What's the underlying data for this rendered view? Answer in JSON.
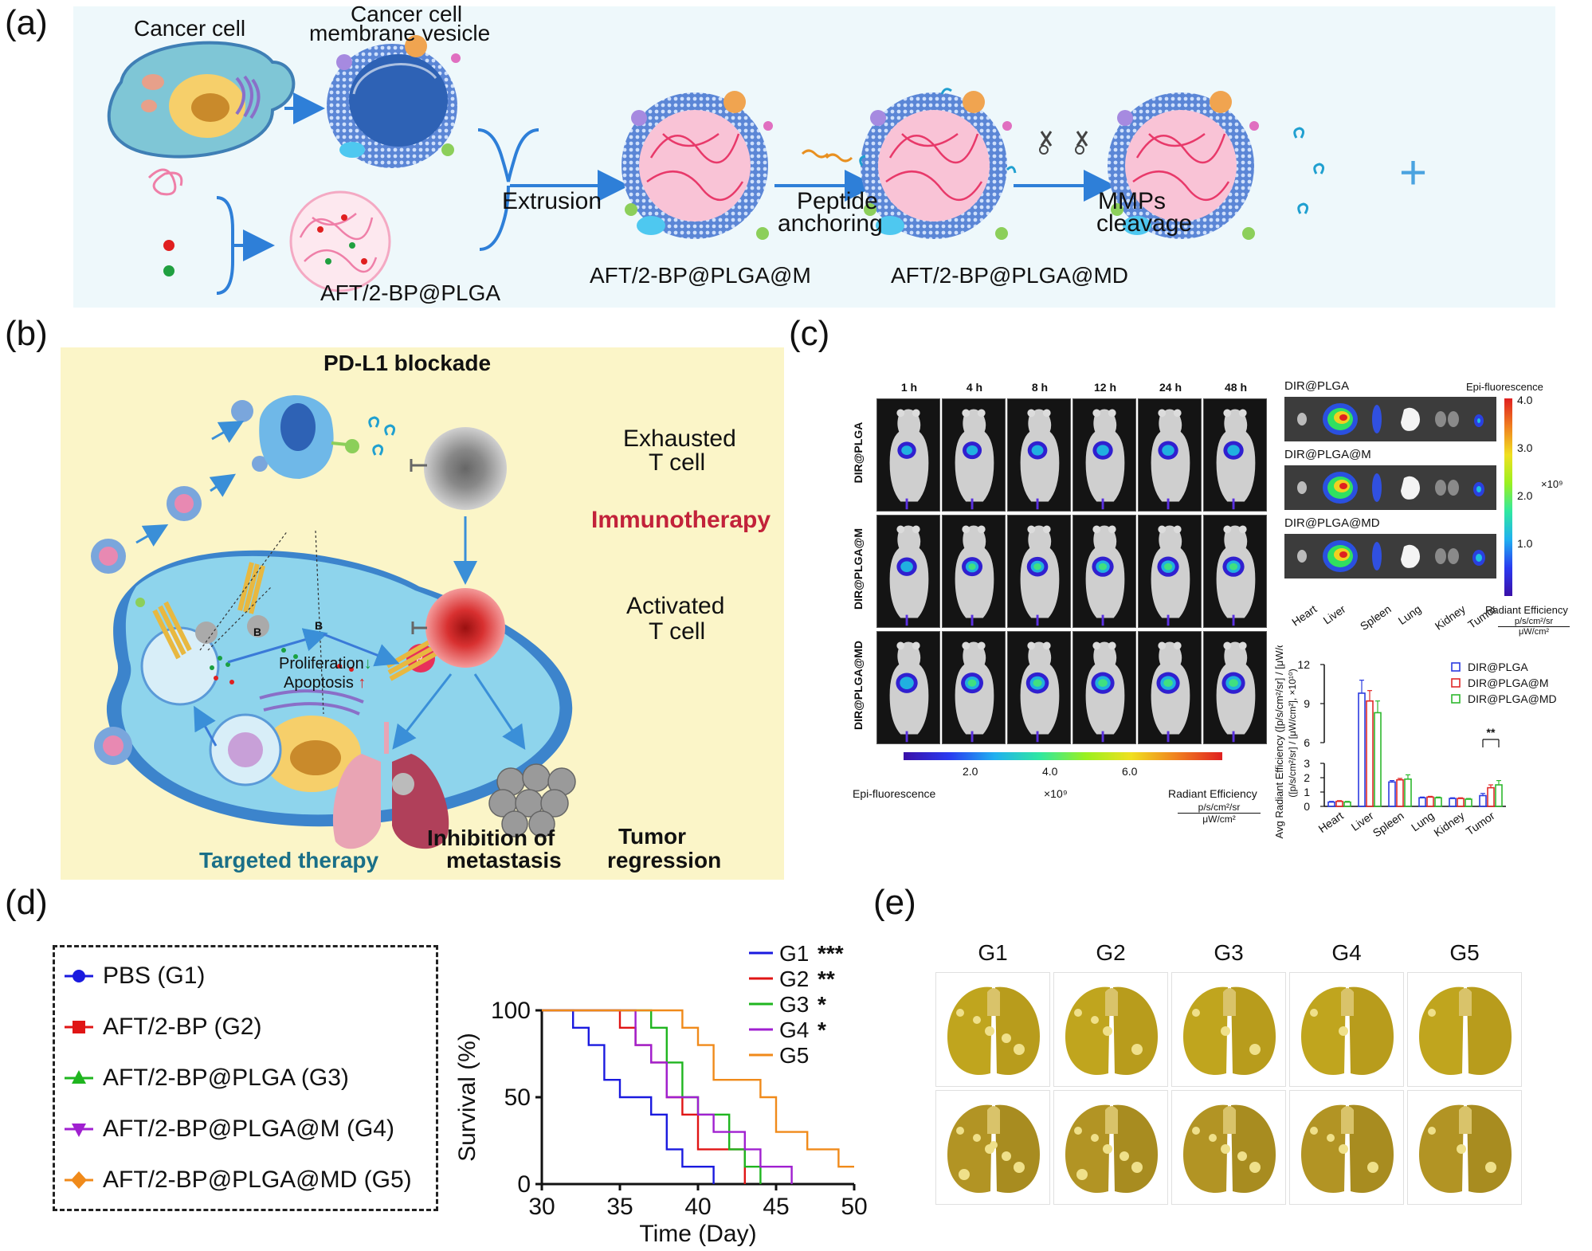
{
  "panel_a": {
    "letter": "(a)",
    "labels": {
      "cancer_cell": "Cancer cell",
      "vesicle_line1": "Cancer cell",
      "vesicle_line2": "membrane vesicle",
      "extrusion": "Extrusion",
      "peptide1": "Peptide",
      "peptide2": "anchoring",
      "mmps1": "MMPs",
      "mmps2": "cleavage",
      "plga": "AFT/2-BP@PLGA",
      "plga_m": "AFT/2-BP@PLGA@M",
      "plga_md": "AFT/2-BP@PLGA@MD",
      "plus": "+"
    }
  },
  "panel_b": {
    "letter": "(b)",
    "labels": {
      "pdl1": "PD-L1 blockade",
      "exhausted1": "Exhausted",
      "exhausted2": "T cell",
      "immunotherapy": "Immunotherapy",
      "activated1": "Activated",
      "activated2": "T cell",
      "proliferation": "Proliferation",
      "apoptosis": "Apoptosis",
      "inhibition1": "Inhibition of",
      "inhibition2": "metastasis",
      "tumor1": "Tumor",
      "tumor2": "regression",
      "targeted": "Targeted therapy",
      "b_mark": "B"
    }
  },
  "panel_c": {
    "letter": "(c)",
    "timepoints": [
      "1 h",
      "4 h",
      "8 h",
      "12 h",
      "24 h",
      "48 h"
    ],
    "row_labels": [
      "DIR@PLGA",
      "DIR@PLGA@M",
      "DIR@PLGA@MD"
    ],
    "colorbar": {
      "ticks": [
        "2.0",
        "4.0",
        "6.0"
      ],
      "left_label": "Epi-fluorescence",
      "scale": "×10⁹",
      "right_label": "Radiant Efficiency",
      "unit_num": "p/s/cm²/sr",
      "unit_den": "μW/cm²"
    },
    "organ_groups": [
      "DIR@PLGA",
      "DIR@PLGA@M",
      "DIR@PLGA@MD"
    ],
    "organs": [
      "Heart",
      "Liver",
      "Spleen",
      "Lung",
      "Kidney",
      "Tumor"
    ],
    "vertical_bar": {
      "title": "Epi-fluorescence",
      "ticks": [
        "4.0",
        "3.0",
        "2.0",
        "1.0"
      ],
      "scale": "×10⁹",
      "label": "Radiant Efficiency",
      "unit_num": "p/s/cm²/sr",
      "unit_den": "μW/cm²"
    }
  },
  "panel_d": {
    "letter": "(d)",
    "legend": [
      {
        "label": "PBS (G1)",
        "color": "#1a1adf",
        "marker": "circle"
      },
      {
        "label": "AFT/2-BP (G2)",
        "color": "#e01515",
        "marker": "square"
      },
      {
        "label": "AFT/2-BP@PLGA (G3)",
        "color": "#1fb51f",
        "marker": "triangle-up"
      },
      {
        "label": "AFT/2-BP@PLGA@M (G4)",
        "color": "#a020d0",
        "marker": "triangle-down"
      },
      {
        "label": "AFT/2-BP@PLGA@MD (G5)",
        "color": "#f08a1a",
        "marker": "diamond"
      }
    ]
  },
  "panel_e": {
    "letter": "(e)",
    "groups": [
      "G1",
      "G2",
      "G3",
      "G4",
      "G5"
    ]
  },
  "chart_data": [
    {
      "type": "bar",
      "title": "",
      "xlabel": "",
      "ylabel": "Avg Radiant Efficiency ([p/s/cm²/sr] / [μW/cm²], ×10¹⁰)",
      "categories": [
        "Heart",
        "Liver",
        "Spleen",
        "Lung",
        "Kidney",
        "Tumor"
      ],
      "y_ticks": [
        0,
        1,
        2,
        3,
        6,
        9,
        12
      ],
      "axis_break": [
        3,
        6
      ],
      "legend_position": "top-right",
      "series": [
        {
          "name": "DIR@PLGA",
          "color": "#2b3be0",
          "values": [
            0.3,
            9.8,
            1.7,
            0.6,
            0.55,
            0.75
          ],
          "errors": [
            0.05,
            1.0,
            0.1,
            0.05,
            0.05,
            0.15
          ]
        },
        {
          "name": "DIR@PLGA@M",
          "color": "#e02a2a",
          "values": [
            0.35,
            9.2,
            1.85,
            0.65,
            0.55,
            1.3
          ],
          "errors": [
            0.05,
            0.8,
            0.1,
            0.05,
            0.05,
            0.2
          ]
        },
        {
          "name": "DIR@PLGA@MD",
          "color": "#2fb82f",
          "values": [
            0.3,
            8.3,
            1.9,
            0.6,
            0.5,
            1.5
          ],
          "errors": [
            0.05,
            0.9,
            0.3,
            0.05,
            0.05,
            0.3
          ]
        }
      ],
      "annotations": [
        "**"
      ]
    },
    {
      "type": "line",
      "title": "",
      "xlabel": "Time (Day)",
      "ylabel": "Survival (%)",
      "xlim": [
        30,
        50
      ],
      "ylim": [
        0,
        100
      ],
      "x_ticks": [
        30,
        35,
        40,
        45,
        50
      ],
      "y_ticks": [
        0,
        50,
        100
      ],
      "legend_position": "top-right",
      "series": [
        {
          "name": "G1",
          "significance": "***",
          "color": "#1a1adf",
          "points": [
            [
              30,
              100
            ],
            [
              32,
              100
            ],
            [
              32,
              90
            ],
            [
              33,
              90
            ],
            [
              33,
              80
            ],
            [
              34,
              80
            ],
            [
              34,
              60
            ],
            [
              35,
              60
            ],
            [
              35,
              50
            ],
            [
              37,
              50
            ],
            [
              37,
              40
            ],
            [
              38,
              40
            ],
            [
              38,
              20
            ],
            [
              39,
              20
            ],
            [
              39,
              10
            ],
            [
              41,
              10
            ],
            [
              41,
              0
            ]
          ]
        },
        {
          "name": "G2",
          "significance": "**",
          "color": "#e01515",
          "points": [
            [
              30,
              100
            ],
            [
              35,
              100
            ],
            [
              35,
              90
            ],
            [
              36,
              90
            ],
            [
              36,
              80
            ],
            [
              37,
              80
            ],
            [
              37,
              70
            ],
            [
              38,
              70
            ],
            [
              38,
              50
            ],
            [
              39,
              50
            ],
            [
              39,
              40
            ],
            [
              40,
              40
            ],
            [
              40,
              20
            ],
            [
              43,
              20
            ],
            [
              43,
              0
            ]
          ]
        },
        {
          "name": "G3",
          "significance": "*",
          "color": "#1fb51f",
          "points": [
            [
              30,
              100
            ],
            [
              37,
              100
            ],
            [
              37,
              90
            ],
            [
              38,
              90
            ],
            [
              38,
              70
            ],
            [
              39,
              70
            ],
            [
              39,
              50
            ],
            [
              40,
              50
            ],
            [
              40,
              40
            ],
            [
              42,
              40
            ],
            [
              42,
              20
            ],
            [
              43,
              20
            ],
            [
              43,
              10
            ],
            [
              44,
              10
            ],
            [
              44,
              0
            ]
          ]
        },
        {
          "name": "G4",
          "significance": "*",
          "color": "#a020d0",
          "points": [
            [
              30,
              100
            ],
            [
              36,
              100
            ],
            [
              36,
              80
            ],
            [
              37,
              80
            ],
            [
              37,
              70
            ],
            [
              38,
              70
            ],
            [
              38,
              50
            ],
            [
              40,
              50
            ],
            [
              40,
              40
            ],
            [
              41,
              40
            ],
            [
              41,
              30
            ],
            [
              43,
              30
            ],
            [
              43,
              20
            ],
            [
              44,
              20
            ],
            [
              44,
              10
            ],
            [
              46,
              10
            ],
            [
              46,
              0
            ]
          ]
        },
        {
          "name": "G5",
          "significance": "",
          "color": "#f08a1a",
          "points": [
            [
              30,
              100
            ],
            [
              39,
              100
            ],
            [
              39,
              90
            ],
            [
              40,
              90
            ],
            [
              40,
              80
            ],
            [
              41,
              80
            ],
            [
              41,
              60
            ],
            [
              44,
              60
            ],
            [
              44,
              50
            ],
            [
              45,
              50
            ],
            [
              45,
              30
            ],
            [
              47,
              30
            ],
            [
              47,
              20
            ],
            [
              49,
              20
            ],
            [
              49,
              10
            ],
            [
              50,
              10
            ]
          ]
        }
      ]
    }
  ]
}
